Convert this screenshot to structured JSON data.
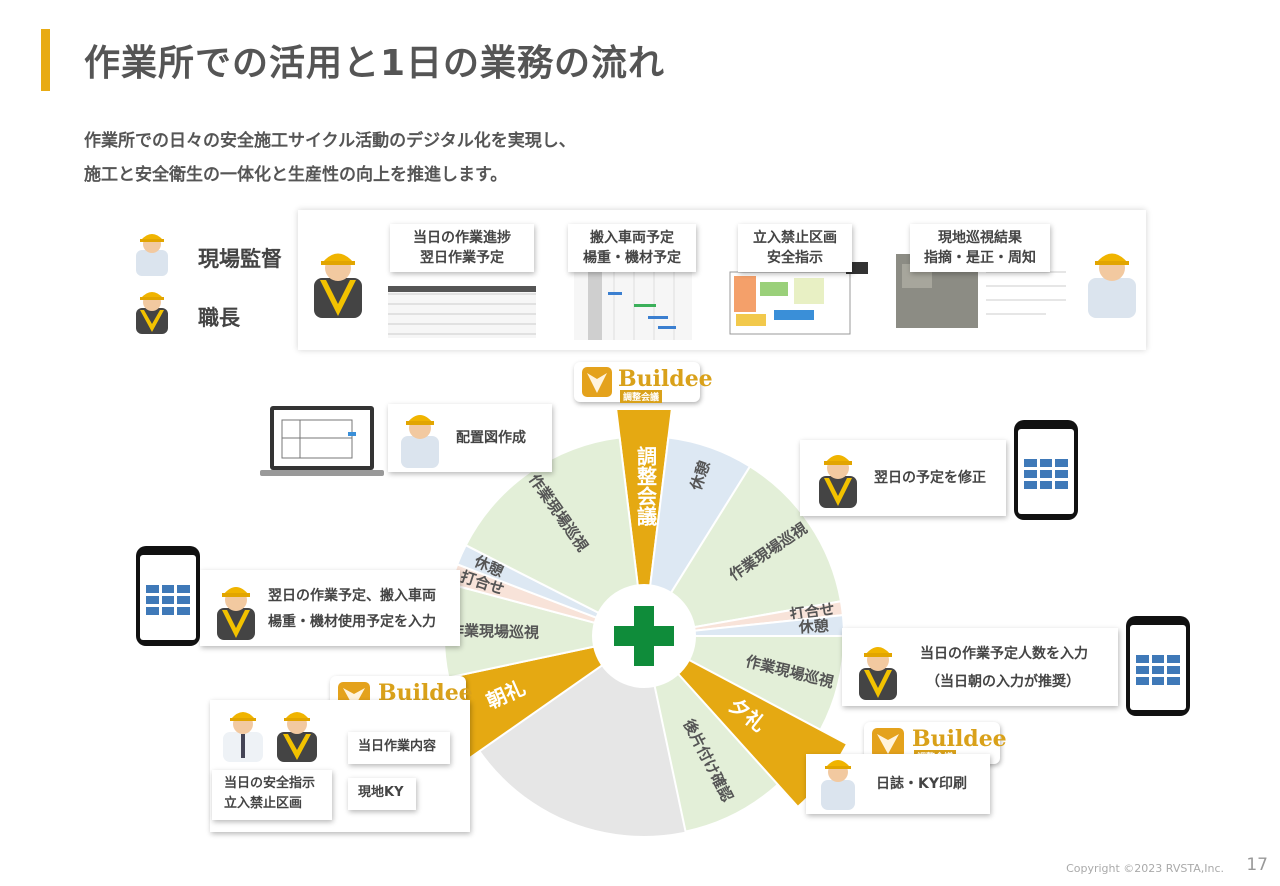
{
  "header": {
    "title": "作業所での活用と1日の業務の流れ",
    "subtitle_lines": [
      "作業所での日々の安全施工サイクル活動のデジタル化を実現し、",
      "施工と安全衛生の一体化と生産性の向上を推進します。"
    ]
  },
  "legend": {
    "supervisor": "現場監督",
    "foreman": "職長"
  },
  "top_panel": {
    "items": [
      {
        "label": [
          "当日の作業進捗",
          "翌日作業予定"
        ]
      },
      {
        "label": [
          "搬入車両予定",
          "楊重・機材予定"
        ]
      },
      {
        "label": [
          "立入禁止区画",
          "安全指示"
        ]
      },
      {
        "label": [
          "現地巡視結果",
          "指摘・是正・周知"
        ]
      }
    ]
  },
  "wheel": {
    "center_icon": "green-cross-icon",
    "segments": [
      {
        "label": "調整会議",
        "color": "#e5a912"
      },
      {
        "label": "休憩",
        "color": "#dde8f3"
      },
      {
        "label": "作業現場巡視",
        "color": "#e3efd8"
      },
      {
        "label": "打合せ",
        "color": "#f8e3d9"
      },
      {
        "label": "休憩",
        "color": "#dde8f3"
      },
      {
        "label": "作業現場巡視",
        "color": "#e3efd8"
      },
      {
        "label": "夕礼",
        "color": "#e5a912"
      },
      {
        "label": "後片付け確認",
        "color": "#e3efd8"
      },
      {
        "label": "朝礼",
        "color": "#e5a912"
      },
      {
        "label": "作業現場巡視",
        "color": "#e3efd8"
      },
      {
        "label": "打合せ",
        "color": "#f8e3d9"
      },
      {
        "label": "休憩",
        "color": "#dde8f3"
      },
      {
        "label": "作業現場巡視",
        "color": "#e3efd8"
      }
    ]
  },
  "callouts": {
    "layout_drawing": "配置図作成",
    "fix_next_day": "翌日の予定を修正",
    "input_plan": [
      "翌日の作業予定、搬入車両",
      "楊重・機材使用予定を入力"
    ],
    "input_headcount": [
      "当日の作業予定人数を入力",
      "（当日朝の入力が推奨）"
    ],
    "journal": "日誌・KY印刷",
    "today_work": "当日作業内容",
    "site_ky": "現地KY",
    "safety_instr": [
      "当日の安全指示",
      "立入禁止区画"
    ]
  },
  "brand": {
    "logo_text": "Buildee",
    "logo_sub": "調整会議"
  },
  "footer": {
    "copyright": "Copyright ©2023 RVSTA,Inc.",
    "page": "17"
  }
}
